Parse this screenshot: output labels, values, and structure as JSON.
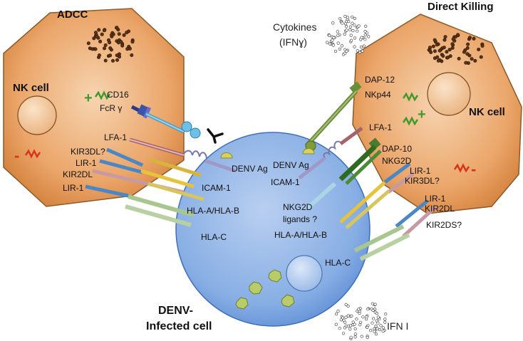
{
  "titles": {
    "adcc": "ADCC",
    "direct": "Direct Killing"
  },
  "cells": {
    "nk_left": "NK cell",
    "nk_right": "NK cell",
    "infected_line1": "DENV-",
    "infected_line2": "Infected cell"
  },
  "cytokines": {
    "line1": "Cytokines",
    "line2": "(IFNɣ)"
  },
  "ifn": "IFN I",
  "signs": {
    "plus": "+",
    "minus": "-"
  },
  "left_receptors": {
    "cd16": "CD16",
    "fcr": "FcR γ",
    "lfa1": "LFA-1",
    "kir3dl": "KIR3DL?",
    "lir1a": "LIR-1",
    "kir2dl": "KIR2DL",
    "lir1b": "LIR-1"
  },
  "target_ligands_left": {
    "denv_ag": "DENV Ag",
    "icam1": "ICAM-1",
    "hla_ab": "HLA-A/HLA-B",
    "hla_c": "HLA-C"
  },
  "right_receptors": {
    "dap12": "DAP-12",
    "nkp44": "NKp44",
    "lfa1": "LFA-1",
    "dap10": "DAP-10",
    "nkg2d": "NKG2D",
    "lir1a": "LIR-1",
    "kir3dl": "KIR3DL?",
    "lir1b": "LIR-1",
    "kir2dl": "KIR2DL",
    "kir2ds": "KIR2DS?"
  },
  "target_ligands_right": {
    "denv_ag": "DENV Ag",
    "icam1": "ICAM-1",
    "nkg2d_lig1": "NKG2D",
    "nkg2d_lig2": "ligands ?",
    "hla_ab": "HLA-A/HLA-B",
    "hla_c": "HLA-C"
  },
  "colors": {
    "nk_fill": "#e9a869",
    "infected_fill": "#8fb2e4",
    "activation": "#3f9a2b",
    "inhibition": "#d6341b"
  }
}
